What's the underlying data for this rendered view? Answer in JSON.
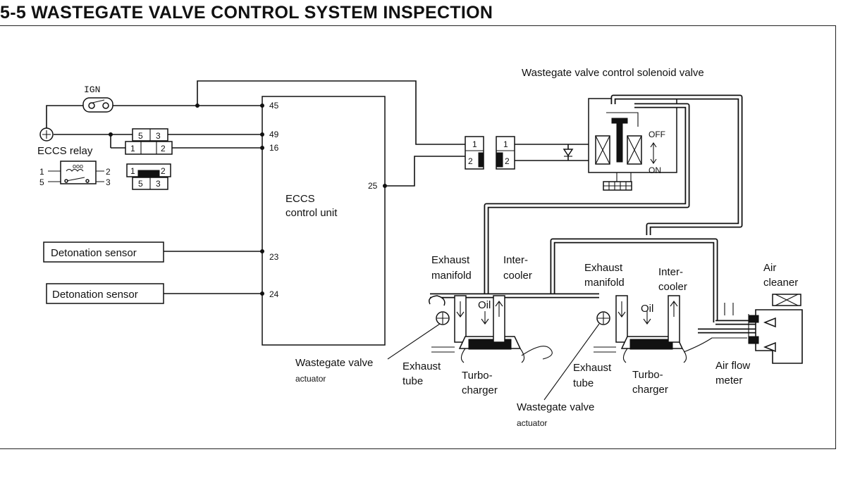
{
  "title": "5-5 WASTEGATE VALVE CONTROL SYSTEM INSPECTION",
  "labels": {
    "ign": "IGN",
    "eccs_relay": "ECCS relay",
    "relay_pins": [
      "1",
      "2",
      "5",
      "3"
    ],
    "relay_inner": "ooo",
    "connector_upper_pins": [
      "5",
      "3",
      "1",
      "2"
    ],
    "connector_lower_pins": [
      "1",
      "2",
      "5",
      "3"
    ],
    "control_unit_line1": "ECCS",
    "control_unit_line2": "control unit",
    "terminals": [
      "45",
      "49",
      "16",
      "25",
      "23",
      "24"
    ],
    "detonation_sensor_1": "Detonation sensor",
    "detonation_sensor_2": "Detonation sensor",
    "harness_connector_pins": [
      "1",
      "2",
      "1",
      "2"
    ],
    "solenoid_valve": "Wastegate valve control solenoid valve",
    "off": "OFF",
    "on": "ON",
    "exhaust_manifold_1a": "Exhaust",
    "exhaust_manifold_1b": "manifold",
    "intercooler_1a": "Inter-",
    "intercooler_1b": "cooler",
    "oil_1": "Oil",
    "exhaust_manifold_2a": "Exhaust",
    "exhaust_manifold_2b": "manifold",
    "intercooler_2a": "Inter-",
    "intercooler_2b": "cooler",
    "oil_2": "Oil",
    "air_cleaner_a": "Air",
    "air_cleaner_b": "cleaner",
    "actuator_1a": "Wastegate valve",
    "actuator_1b": "actuator",
    "exhaust_tube_1a": "Exhaust",
    "exhaust_tube_1b": "tube",
    "turbo_1a": "Turbo-",
    "turbo_1b": "charger",
    "exhaust_tube_2a": "Exhaust",
    "exhaust_tube_2b": "tube",
    "turbo_2a": "Turbo-",
    "turbo_2b": "charger",
    "actuator_2a": "Wastegate valve",
    "actuator_2b": "actuator",
    "air_flow_meter_a": "Air flow",
    "air_flow_meter_b": "meter"
  }
}
